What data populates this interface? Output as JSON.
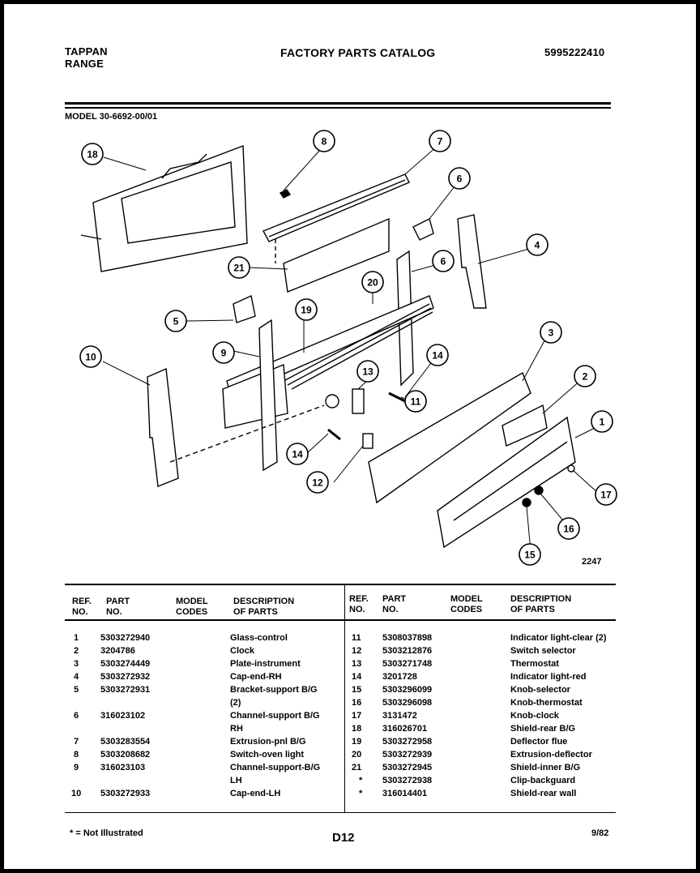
{
  "header": {
    "brand_line1": "TAPPAN",
    "brand_line2": "RANGE",
    "title": "FACTORY PARTS CATALOG",
    "catalog_no": "5995222410"
  },
  "model": "MODEL 30-6692-00/01",
  "diagram": {
    "callouts": [
      "18",
      "8",
      "7",
      "6",
      "4",
      "21",
      "6",
      "20",
      "5",
      "19",
      "3",
      "9",
      "14",
      "10",
      "13",
      "2",
      "11",
      "1",
      "14",
      "12",
      "17",
      "16",
      "15"
    ],
    "figure_no": "2247"
  },
  "table": {
    "headers": {
      "ref": [
        "REF.",
        "NO."
      ],
      "part": [
        "PART",
        "NO."
      ],
      "codes": [
        "MODEL",
        "CODES"
      ],
      "desc": [
        "DESCRIPTION",
        "OF PARTS"
      ]
    },
    "left_rows": [
      {
        "ref": "1",
        "part": "5303272940",
        "desc": "Glass-control",
        "desc2": ""
      },
      {
        "ref": "2",
        "part": "3204786",
        "desc": "Clock",
        "desc2": ""
      },
      {
        "ref": "3",
        "part": "5303274449",
        "desc": "Plate-instrument",
        "desc2": ""
      },
      {
        "ref": "4",
        "part": "5303272932",
        "desc": "Cap-end-RH",
        "desc2": ""
      },
      {
        "ref": "5",
        "part": "5303272931",
        "desc": "Bracket-support B/G",
        "desc2": "(2)"
      },
      {
        "ref": "6",
        "part": "316023102",
        "desc": "Channel-support B/G",
        "desc2": "RH"
      },
      {
        "ref": "7",
        "part": "5303283554",
        "desc": "Extrusion-pnl B/G",
        "desc2": ""
      },
      {
        "ref": "8",
        "part": "5303208682",
        "desc": "Switch-oven light",
        "desc2": ""
      },
      {
        "ref": "9",
        "part": "316023103",
        "desc": "Channel-support-B/G",
        "desc2": "LH"
      },
      {
        "ref": "10",
        "part": "5303272933",
        "desc": "Cap-end-LH",
        "desc2": ""
      }
    ],
    "right_rows": [
      {
        "ref": "11",
        "part": "5308037898",
        "desc": "Indicator light-clear (2)"
      },
      {
        "ref": "12",
        "part": "5303212876",
        "desc": "Switch selector"
      },
      {
        "ref": "13",
        "part": "5303271748",
        "desc": "Thermostat"
      },
      {
        "ref": "14",
        "part": "3201728",
        "desc": "Indicator light-red"
      },
      {
        "ref": "15",
        "part": "5303296099",
        "desc": "Knob-selector"
      },
      {
        "ref": "16",
        "part": "5303296098",
        "desc": "Knob-thermostat"
      },
      {
        "ref": "17",
        "part": "3131472",
        "desc": "Knob-clock"
      },
      {
        "ref": "18",
        "part": "316026701",
        "desc": "Shield-rear B/G"
      },
      {
        "ref": "19",
        "part": "5303272958",
        "desc": "Deflector flue"
      },
      {
        "ref": "20",
        "part": "5303272939",
        "desc": "Extrusion-deflector"
      },
      {
        "ref": "21",
        "part": "5303272945",
        "desc": "Shield-inner B/G"
      },
      {
        "ref": "*",
        "part": "5303272938",
        "desc": "Clip-backguard"
      },
      {
        "ref": "*",
        "part": "316014401",
        "desc": "Shield-rear wall"
      }
    ]
  },
  "footer": {
    "note": "* = Not Illustrated",
    "page": "D12",
    "date": "9/82"
  }
}
